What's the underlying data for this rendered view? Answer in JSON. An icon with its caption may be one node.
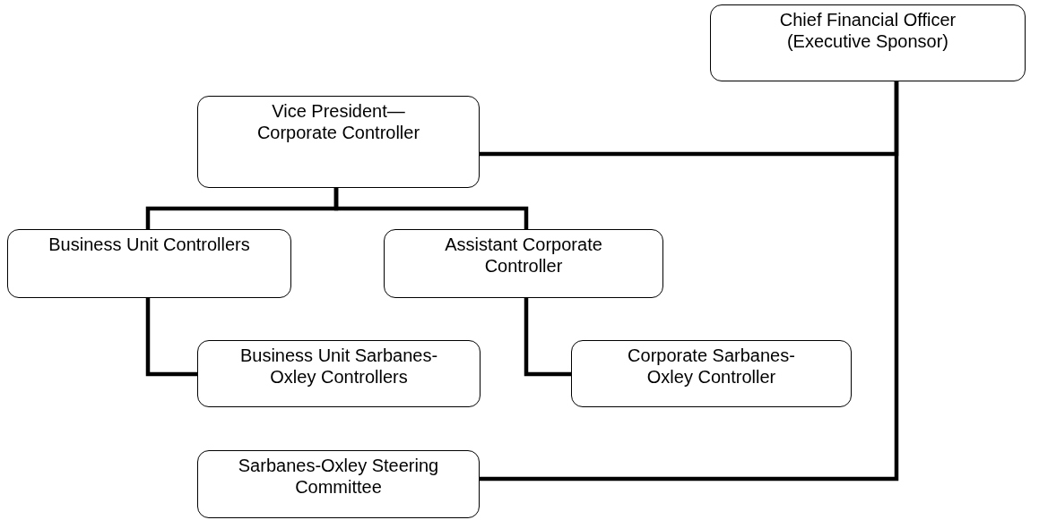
{
  "diagram": {
    "nodes": [
      {
        "text": [
          "Chief Financial Officer (Executive Sponsor)"
        ]
      },
      {
        "text": [
          "Vice President— Corporate Controller"
        ]
      },
      {
        "text": [
          "Business Unit Controllers"
        ]
      },
      {
        "text": [
          "Assistant Corporate Controller"
        ]
      },
      {
        "text": [
          "Business Unit Sarbanes-Oxley Controllers"
        ]
      },
      {
        "text": [
          "Corporate Sarbanes-Oxley Controller"
        ]
      },
      {
        "text": [
          "Sarbanes-Oxley Steering Committee"
        ]
      }
    ],
    "edges": [
      {
        "from": 0,
        "to": 1,
        "arrow": "none"
      },
      {
        "from": 0,
        "to": 6,
        "arrow": "none"
      },
      {
        "from": 1,
        "to": 2,
        "arrow": "none"
      },
      {
        "from": 1,
        "to": 3,
        "arrow": "none"
      },
      {
        "from": 2,
        "to": 4,
        "arrow": "none"
      },
      {
        "from": 3,
        "to": 5,
        "arrow": "none"
      }
    ]
  }
}
